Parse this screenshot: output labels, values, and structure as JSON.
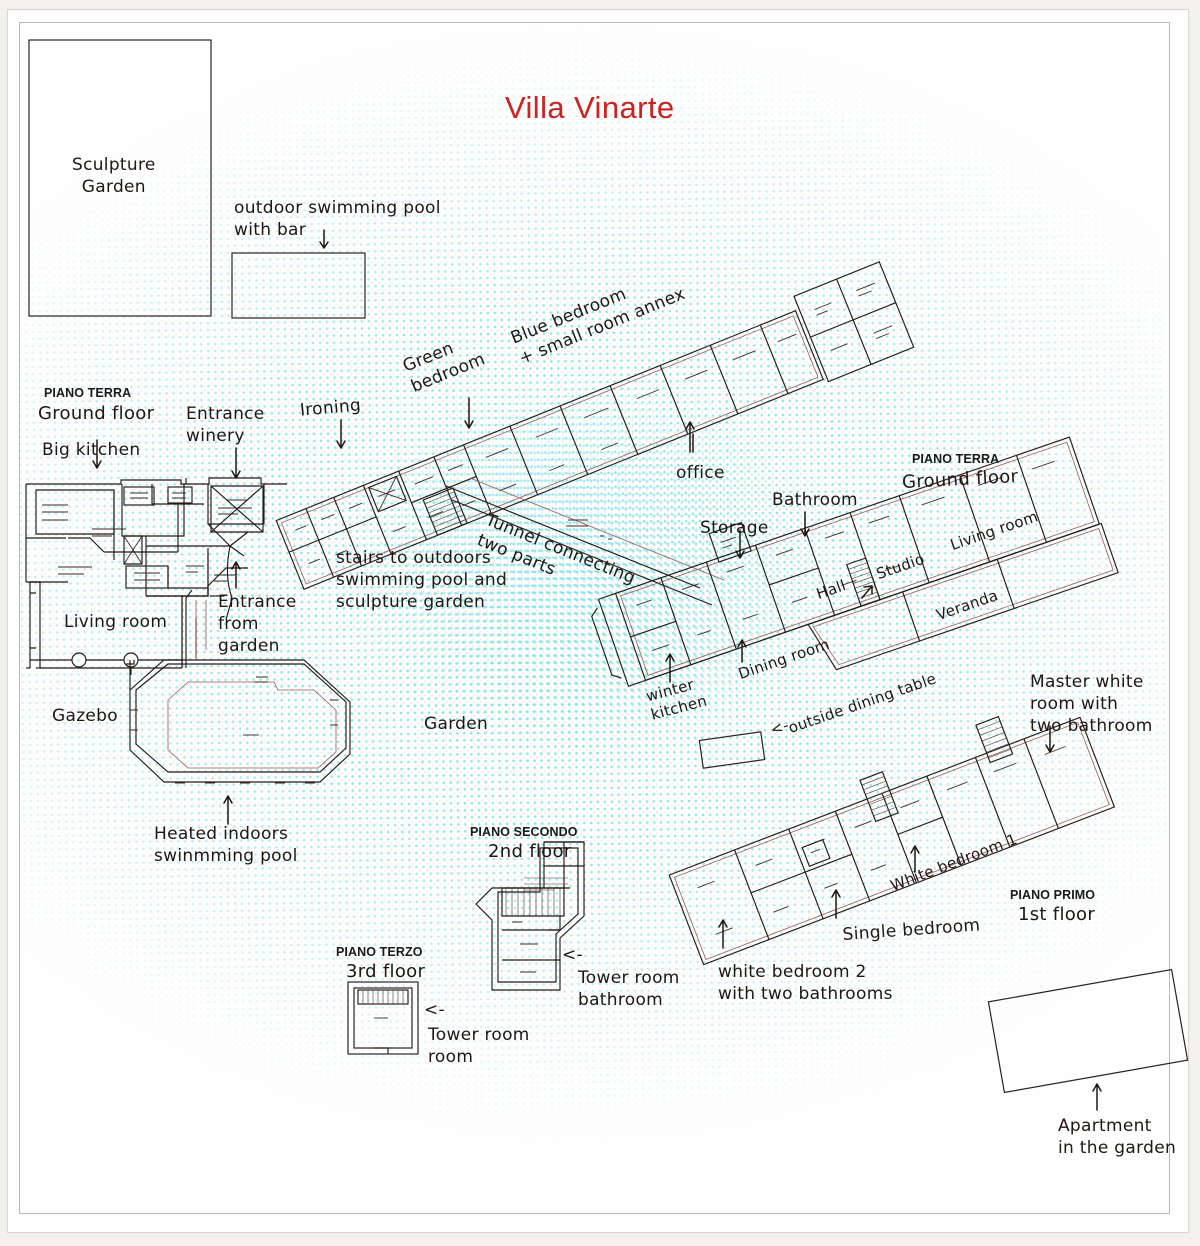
{
  "document": {
    "title": "Villa Vinarte",
    "title_color": "#cc2222",
    "type": "hand-annotated architectural floor plan"
  },
  "floor_headers": [
    {
      "italian": "PIANO TERRA",
      "english": "Ground floor"
    },
    {
      "italian": "PIANO TERRA",
      "english": "Ground floor"
    },
    {
      "italian": "PIANO PRIMO",
      "english": "1st floor"
    },
    {
      "italian": "PIANO SECONDO",
      "english": "2nd floor"
    },
    {
      "italian": "PIANO TERZO",
      "english": "3rd floor"
    }
  ],
  "labels": {
    "sculpture_garden": "Sculpture\nGarden",
    "outdoor_pool": "outdoor swimming pool\nwith bar",
    "ground_floor_it_1": "PIANO TERRA",
    "ground_floor_en_1": "Ground floor",
    "big_kitchen": "Big kitchen",
    "entrance_winery": "Entrance\nwinery",
    "ironing": "Ironing",
    "green_bedroom": "Green\nbedroom",
    "blue_bedroom": "Blue bedroom\n+ small room annex",
    "office": "office",
    "stairs_outdoors": "stairs to outdoors\nswimming pool and\nsculpture garden",
    "tunnel": "Tunnel connecting\ntwo parts",
    "entrance_garden": "Entrance\nfrom\ngarden",
    "living_room_left": "Living room",
    "gazebo": "Gazebo",
    "heated_pool": "Heated indoors\nswinmming pool",
    "garden": "Garden",
    "storage": "Storage",
    "bathroom": "Bathroom",
    "ground_floor_it_2": "PIANO TERRA",
    "ground_floor_en_2": "Ground floor",
    "hall": "Hall",
    "studio": "Studio",
    "living_room_right": "Living room",
    "veranda": "Veranda",
    "winter_kitchen": "winter\nkitchen",
    "dining_room": "Dining room",
    "outside_dining_table": "outside dining table",
    "outside_dining_arrow": "<-",
    "master_white_room": "Master white\nroom with\ntwo bathroom",
    "white_bedroom_1": "White bedroom 1",
    "single_bedroom": "Single bedroom",
    "white_bedroom_2": "white bedroom 2\nwith two bathrooms",
    "first_floor_it": "PIANO PRIMO",
    "first_floor_en": "1st floor",
    "second_floor_it": "PIANO SECONDO",
    "second_floor_en": "2nd floor",
    "tower_room_bathroom": "Tower room\nbathroom",
    "tower_room_bathroom_arrow": "<-",
    "third_floor_it": "PIANO TERZO",
    "third_floor_en": "3rd floor",
    "tower_room_room": "Tower room\nroom",
    "tower_room_room_arrow": "<-",
    "apartment_garden": "Apartment\nin the garden"
  }
}
